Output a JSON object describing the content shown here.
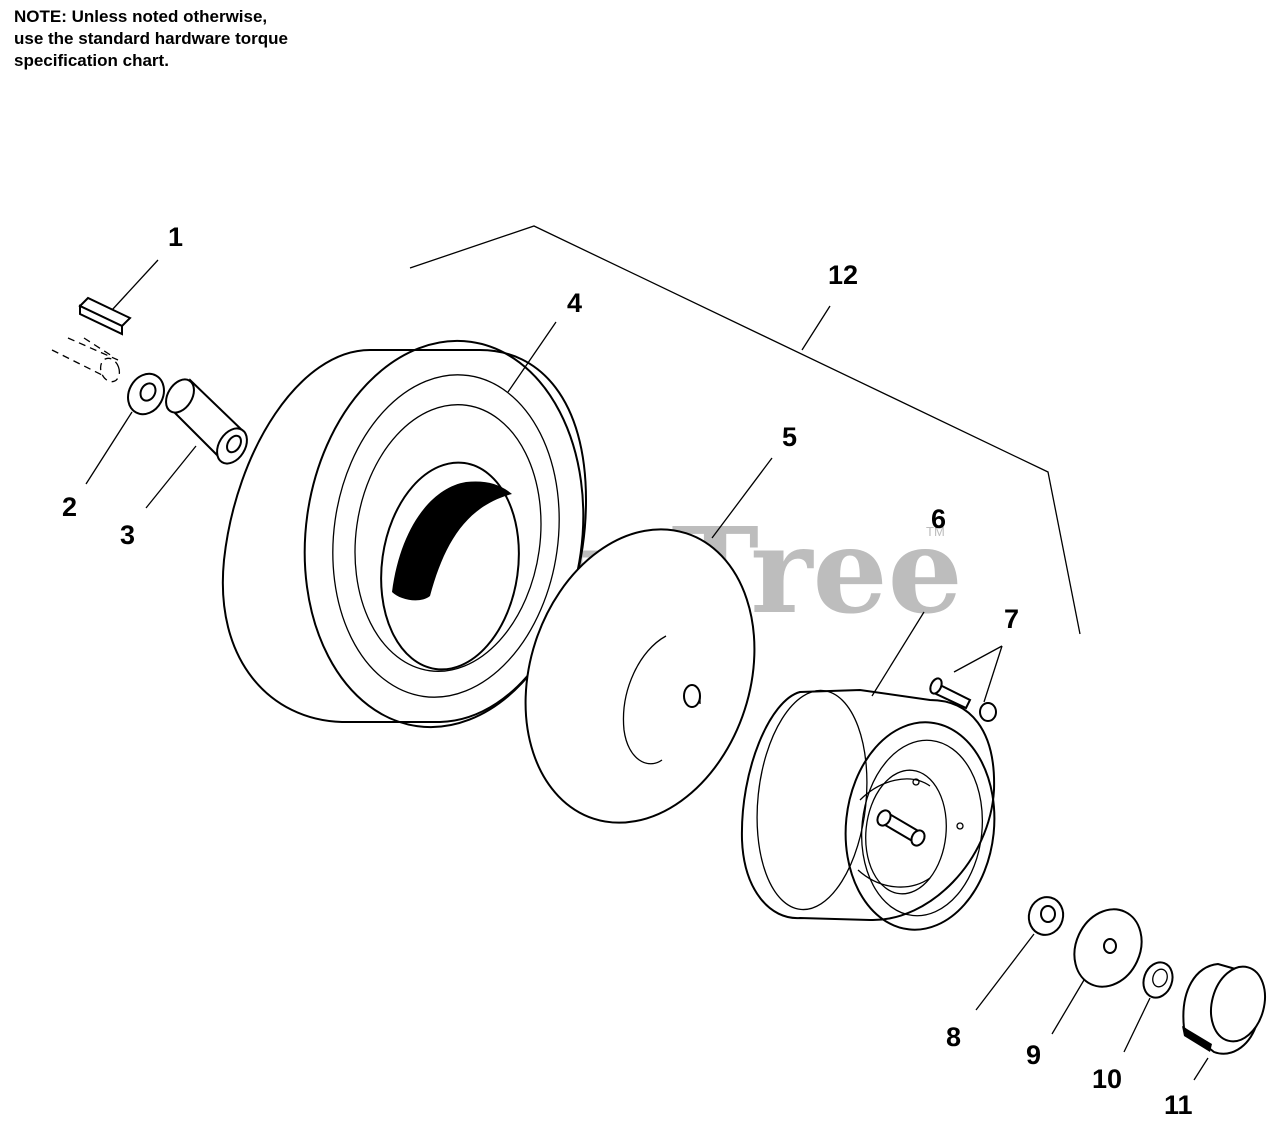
{
  "note": {
    "line1": "NOTE: Unless noted otherwise,",
    "line2": "use the standard hardware torque",
    "line3": "specification chart."
  },
  "callouts": [
    "1",
    "2",
    "3",
    "4",
    "5",
    "6",
    "7",
    "8",
    "9",
    "10",
    "11",
    "12"
  ],
  "watermark": {
    "text": "PartsTree",
    "trademark": "TM",
    "color": "#bdbdbd"
  }
}
